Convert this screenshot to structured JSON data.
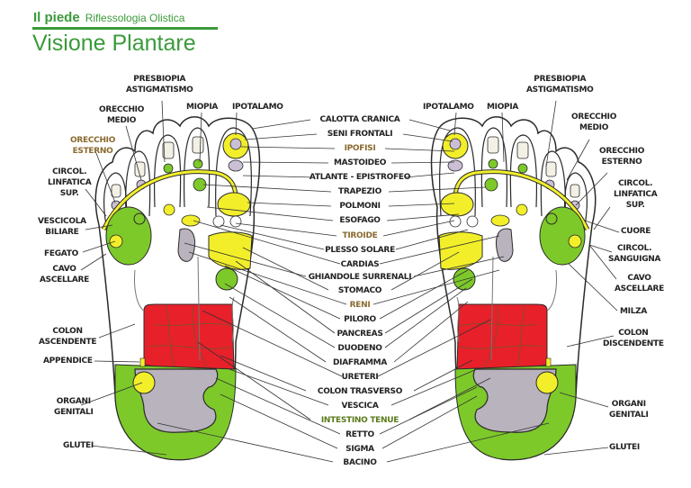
{
  "header": {
    "brand": "Il piede",
    "subtitle": "Riflessologia Olistica",
    "title": "Visione Plantare"
  },
  "colors": {
    "header_green": "#3a9a3a",
    "zone_green": "#7dc92a",
    "zone_yellow": "#f2ef2a",
    "zone_red": "#e8202a",
    "zone_gray": "#b9b3be",
    "bone_lilac": "#cbbfd6",
    "outline": "#2a2a2a"
  },
  "left_foot": {
    "labels": [
      {
        "id": "presbiopia",
        "text": [
          "PRESBIOPIA",
          "ASTIGMATISMO"
        ]
      },
      {
        "id": "orecchio-medio",
        "text": [
          "ORECCHIO",
          "MEDIO"
        ]
      },
      {
        "id": "miopia",
        "text": [
          "MIOPIA"
        ]
      },
      {
        "id": "ipotalamo",
        "text": [
          "IPOTALAMO"
        ]
      },
      {
        "id": "orecchio-esterno",
        "text": [
          "ORECCHIO",
          "ESTERNO"
        ]
      },
      {
        "id": "circol-linfatica",
        "text": [
          "CIRCOL.",
          "LINFATICA",
          "SUP."
        ]
      },
      {
        "id": "vescicola-biliare",
        "text": [
          "VESCICOLA",
          "BILIARE"
        ]
      },
      {
        "id": "fegato",
        "text": [
          "FEGATO"
        ]
      },
      {
        "id": "cavo-ascellare",
        "text": [
          "CAVO",
          "ASCELLARE"
        ]
      },
      {
        "id": "colon-ascendente",
        "text": [
          "COLON",
          "ASCENDENTE"
        ]
      },
      {
        "id": "appendice",
        "text": [
          "APPENDICE"
        ]
      },
      {
        "id": "organi-genitali",
        "text": [
          "ORGANI",
          "GENITALI"
        ]
      },
      {
        "id": "glutei",
        "text": [
          "GLUTEI"
        ]
      }
    ]
  },
  "right_foot": {
    "labels": [
      {
        "id": "presbiopia",
        "text": [
          "PRESBIOPIA",
          "ASTIGMATISMO"
        ]
      },
      {
        "id": "ipotalamo",
        "text": [
          "IPOTALAMO"
        ]
      },
      {
        "id": "miopia",
        "text": [
          "MIOPIA"
        ]
      },
      {
        "id": "orecchio-medio",
        "text": [
          "ORECCHIO",
          "MEDIO"
        ]
      },
      {
        "id": "orecchio-esterno",
        "text": [
          "ORECCHIO",
          "ESTERNO"
        ]
      },
      {
        "id": "circol-linfatica",
        "text": [
          "CIRCOL.",
          "LINFATICA",
          "SUP."
        ]
      },
      {
        "id": "cuore",
        "text": [
          "CUORE"
        ]
      },
      {
        "id": "circol-sanguigna",
        "text": [
          "CIRCOL.",
          "SANGUIGNA"
        ]
      },
      {
        "id": "cavo-ascellare",
        "text": [
          "CAVO",
          "ASCELLARE"
        ]
      },
      {
        "id": "milza",
        "text": [
          "MILZA"
        ]
      },
      {
        "id": "colon-discendente",
        "text": [
          "COLON",
          "DISCENDENTE"
        ]
      },
      {
        "id": "organi-genitali",
        "text": [
          "ORGANI",
          "GENITALI"
        ]
      },
      {
        "id": "glutei",
        "text": [
          "GLUTEI"
        ]
      }
    ]
  },
  "center_labels": [
    "CALOTTA CRANICA",
    "SENI FRONTALI",
    "IPOFISI",
    "MASTOIDEO",
    "ATLANTE - EPISTROFEO",
    "TRAPEZIO",
    "POLMONI",
    "ESOFAGO",
    "TIROIDE",
    "PLESSO SOLARE",
    "CARDIAS",
    "GHIANDOLE SURRENALI",
    "STOMACO",
    "RENI",
    "PILORO",
    "PANCREAS",
    "DUODENO",
    "DIAFRAMMA",
    "URETERI",
    "COLON TRASVERSO",
    "VESCICA",
    "INTESTINO TENUE",
    "RETTO",
    "SIGMA",
    "BACINO"
  ]
}
